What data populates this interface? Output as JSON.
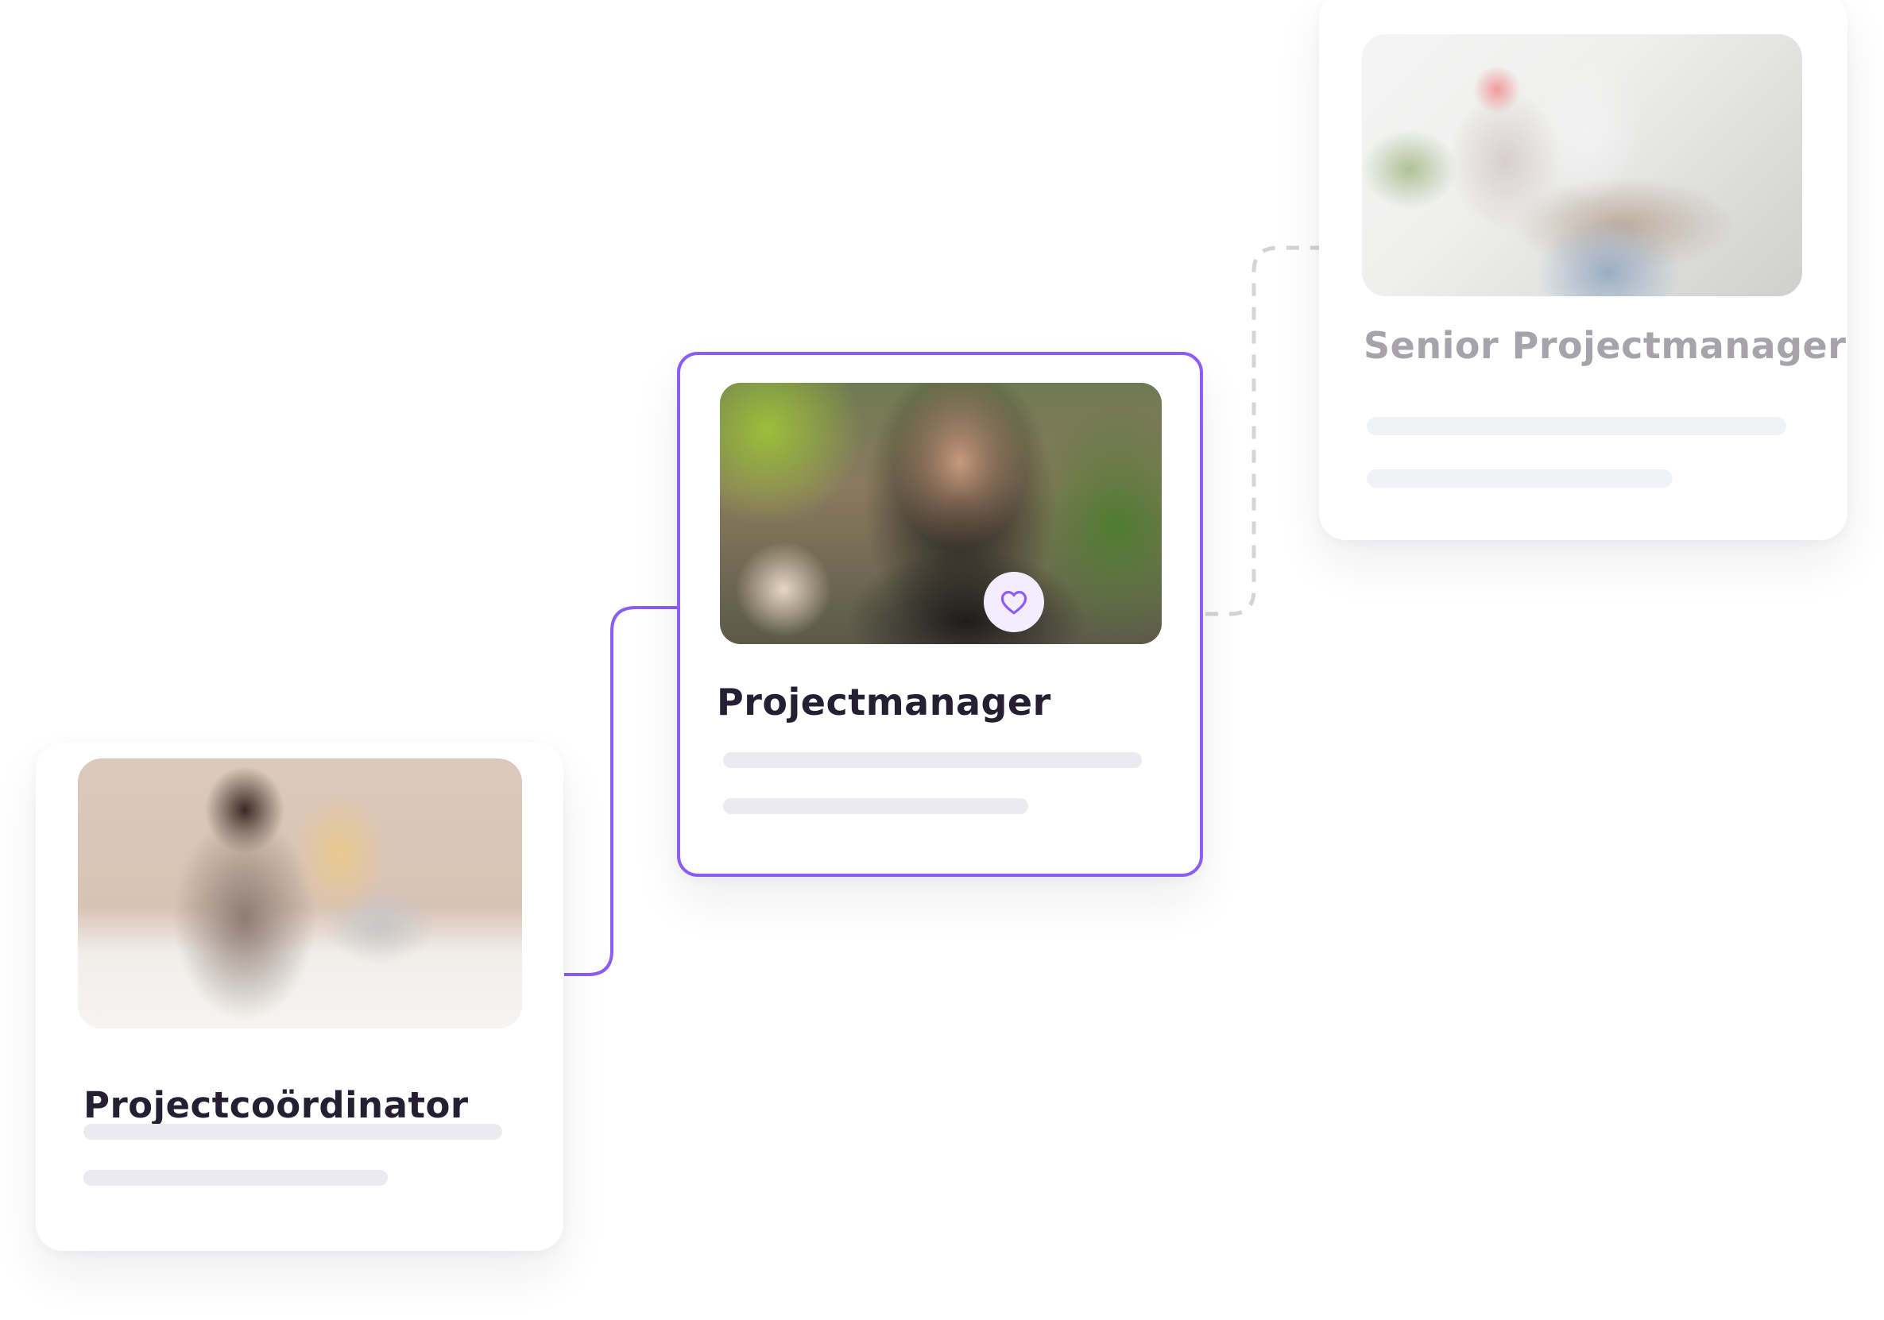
{
  "career_path": {
    "accent_color": "#8b5cf6",
    "cards": [
      {
        "id": "left",
        "title": "Projectcoördinator",
        "image_alt": "Two women working at a laptop in a pink office",
        "state": "previous",
        "placeholder_lines": 2
      },
      {
        "id": "middle",
        "title": "Projectmanager",
        "image_alt": "Woman in black blazer in a plant-filled office",
        "state": "current",
        "favorite_icon": "heart-icon",
        "placeholder_lines": 2
      },
      {
        "id": "right",
        "title": "Senior Projectmanager",
        "image_alt": "Overhead view of three people shaking hands at a table",
        "state": "next",
        "placeholder_lines": 2
      }
    ],
    "connectors": [
      {
        "from": "left",
        "to": "middle",
        "style": "solid",
        "color": "#8b5cf6"
      },
      {
        "from": "middle",
        "to": "right",
        "style": "dashed",
        "color": "#d4d4d4"
      }
    ]
  }
}
